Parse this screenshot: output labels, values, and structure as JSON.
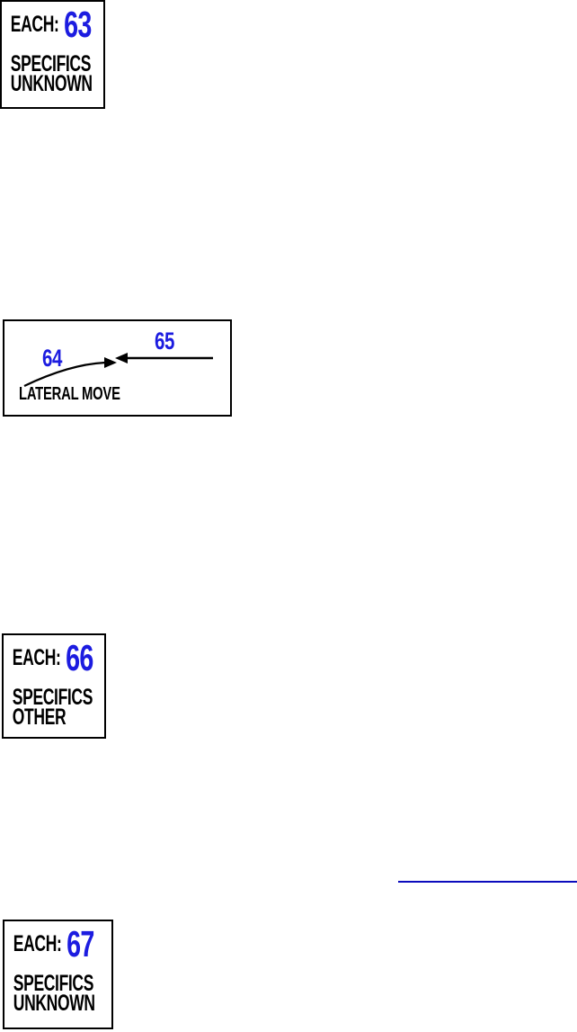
{
  "palette": {
    "figure_number_blue": "#1c1ce0",
    "divider_blue": "#0b0bbd",
    "box_border": "#000000",
    "background": "#ffffff"
  },
  "figures": {
    "fig63": {
      "each_label": "EACH:",
      "number": "63",
      "lines": [
        "SPECIFICS",
        "UNKNOWN"
      ]
    },
    "lateral": {
      "curve_number": "64",
      "line_number": "65",
      "caption": "LATERAL MOVE"
    },
    "fig66": {
      "each_label": "EACH:",
      "number": "66",
      "lines": [
        "SPECIFICS",
        "OTHER"
      ]
    },
    "fig67": {
      "each_label": "EACH:",
      "number": "67",
      "lines": [
        "SPECIFICS",
        "UNKNOWN"
      ]
    }
  }
}
